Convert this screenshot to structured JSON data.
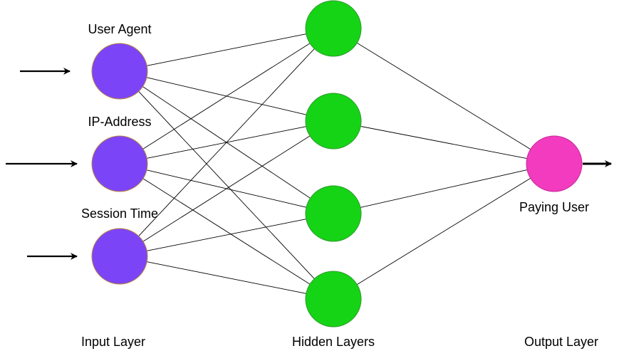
{
  "diagram": {
    "input_nodes": [
      {
        "label": "User Agent"
      },
      {
        "label": "IP-Address"
      },
      {
        "label": "Session Time"
      }
    ],
    "hidden_node_count": 4,
    "output_nodes": [
      {
        "label": "Paying User"
      }
    ],
    "layer_labels": {
      "input": "Input Layer",
      "hidden": "Hidden Layers",
      "output": "Output Layer"
    },
    "colors": {
      "input": "#7c44f7",
      "input_stroke": "#b9863e",
      "hidden": "#15d415",
      "hidden_stroke": "#2f9a2f",
      "output": "#f23bbf",
      "output_stroke": "#c72a9a",
      "edge": "#000000"
    }
  }
}
